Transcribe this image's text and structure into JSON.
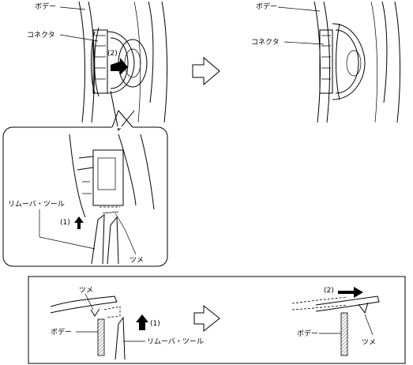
{
  "labels": {
    "body": "ボデー",
    "connector": "コネクタ",
    "remover_tool": "リムーバ・ツール",
    "claw": "ツメ",
    "step1": "(1)",
    "step2": "(2)"
  },
  "colors": {
    "line": "#000000",
    "background": "#ffffff",
    "hatch": "#555555"
  },
  "icons": {
    "flow_arrow": "hollow-right-arrow",
    "action_arrow": "solid-arrow"
  }
}
